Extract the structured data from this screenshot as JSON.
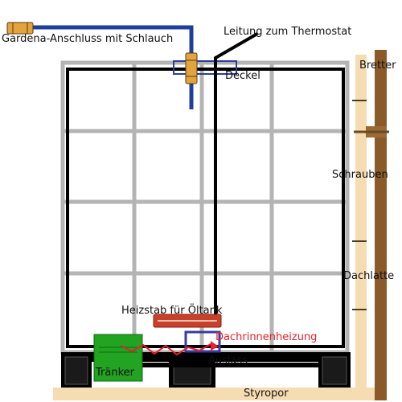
{
  "labels": {
    "gardena": "Gardena-Anschluss mit Schlauch",
    "thermostat": "Leitung zum Thermostat",
    "deckel": "Deckel",
    "bretter": "Bretter",
    "schrauben": "Schrauben",
    "dachlatte": "Dachlatte",
    "heizstab": "Heizstab für Öltank",
    "dachrinnenheizung": "Dachrinnenheizung",
    "auslass": "Auslass",
    "traenker": "Tränker",
    "styropor": "Styropor"
  },
  "colors": {
    "hose_blue": "#1f3f9f",
    "connector_orange": "#e2a43c",
    "cage_grey": "#b4b4b4",
    "tank_black": "#000000",
    "wood_brown": "#8b5a2b",
    "board_beige": "#f6dcb1",
    "heater_red": "#c8402c",
    "tray_green": "#22a322",
    "label_red": "#e8202a"
  },
  "icons": {
    "hose": "blue-hose-line",
    "connector": "orange-hose-coupling",
    "heater": "red-heating-rod",
    "trough": "green-drinking-trough"
  }
}
